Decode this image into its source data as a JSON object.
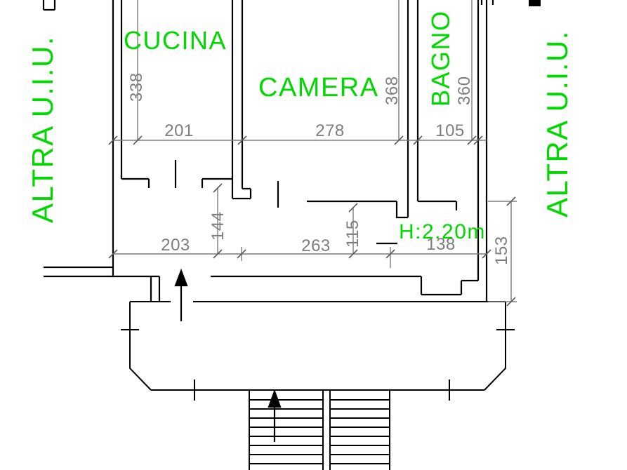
{
  "labels": {
    "altra_left": "ALTRA U.I.U.",
    "altra_right": "ALTRA U.I.U.",
    "cucina": "CUCINA",
    "camera": "CAMERA",
    "bagno": "BAGNO",
    "height_note": "H:2.20m"
  },
  "dims": {
    "d201": "201",
    "d278": "278",
    "d105": "105",
    "d338": "338",
    "d368": "368",
    "d360": "360",
    "d203": "203",
    "d263": "263",
    "d138": "138",
    "d144": "144",
    "d115": "115",
    "d153": "153"
  },
  "colors": {
    "label_green": "#00d800",
    "dim_gray": "#7d7d7d",
    "wall_black": "#000000",
    "background": "#ffffff"
  }
}
